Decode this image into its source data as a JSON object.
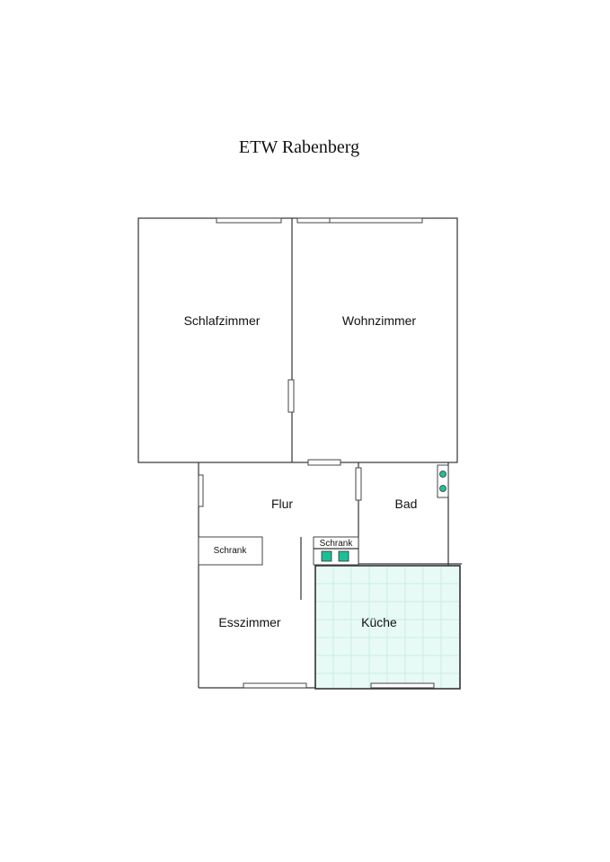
{
  "title": "ETW  Rabenberg",
  "rooms": {
    "schlafzimmer": "Schlafzimmer",
    "wohnzimmer": "Wohnzimmer",
    "flur": "Flur",
    "bad": "Bad",
    "esszimmer": "Esszimmer",
    "kueche": "Küche"
  },
  "furniture": {
    "schrank_flur": "Schrank",
    "schrank_kueche": "Schrank"
  },
  "colors": {
    "kitchen_fill": "#e8faf5",
    "kitchen_grid": "#c9eee3",
    "appliance": "#1fbf96"
  }
}
